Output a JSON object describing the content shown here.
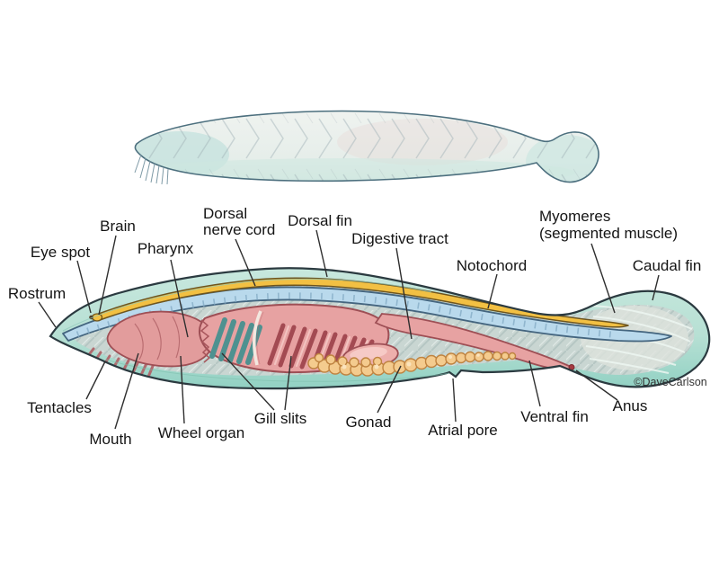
{
  "figure": {
    "subject": "Lancelet (amphioxus) anatomy diagram",
    "credit": "©DaveCarlson",
    "labels": {
      "rostrum": "Rostrum",
      "eye_spot": "Eye spot",
      "brain": "Brain",
      "pharynx": "Pharynx",
      "dorsal_nerve_cord_line1": "Dorsal",
      "dorsal_nerve_cord_line2": "nerve cord",
      "dorsal_fin": "Dorsal fin",
      "digestive_tract": "Digestive tract",
      "notochord": "Notochord",
      "myomeres_line1": "Myomeres",
      "myomeres_line2": "(segmented muscle)",
      "caudal_fin": "Caudal fin",
      "tentacles": "Tentacles",
      "mouth": "Mouth",
      "wheel_organ": "Wheel organ",
      "gill_slits": "Gill slits",
      "gonad": "Gonad",
      "atrial_pore": "Atrial pore",
      "ventral_fin": "Ventral fin",
      "anus": "Anus"
    },
    "colors": {
      "body_teal": "#bfe2d6",
      "body_teal_deep": "#8fd0c2",
      "myomere_grey": "#c9d6d2",
      "nerve_cord_yellow": "#f2c043",
      "notochord_blue": "#b9d9ec",
      "pharynx_pink": "#e7a2a2",
      "pink_outline": "#9e4f55",
      "gill_slit_teal": "#4f9190",
      "gill_slit_maroon": "#a34a52",
      "gonad_orange": "#f4cb8e",
      "anus_red": "#a63a41",
      "outline_dark": "#2b3a40"
    }
  }
}
